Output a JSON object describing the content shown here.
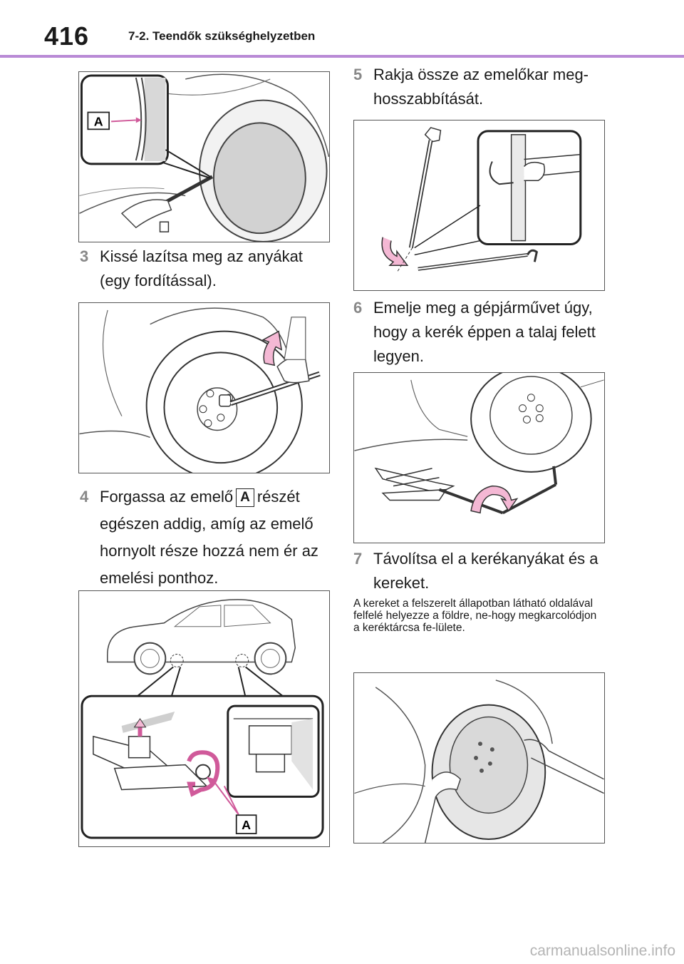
{
  "header": {
    "page_number": "416",
    "section_title": "7-2. Teendők szükséghelyzetben",
    "accent_color": "#b98ad6"
  },
  "figures": {
    "fig1_label": "A",
    "fig5_label": "A"
  },
  "steps": [
    {
      "num": "3",
      "text": "Kissé lazítsa meg az anyákat (egy fordítással)."
    },
    {
      "num": "4",
      "text_before": "Forgassa az emelő",
      "label": "A",
      "text_after": "részét egészen addig, amíg az emelő hornyolt része hozzá nem ér az emelési ponthoz."
    },
    {
      "num": "5",
      "text": "Rakja össze az emelőkar meg-hosszabbítását."
    },
    {
      "num": "6",
      "text": "Emelje meg a gépjárművet úgy, hogy a kerék éppen a talaj felett legyen."
    },
    {
      "num": "7",
      "text": "Távolítsa el a kerékanyákat és a kereket."
    }
  ],
  "note": "A kereket a felszerelt állapotban látható oldalával felfelé helyezze a földre, ne-hogy megkarcolódjon a keréktárcsa fe-lülete.",
  "watermark": "carmanualsonline.info"
}
